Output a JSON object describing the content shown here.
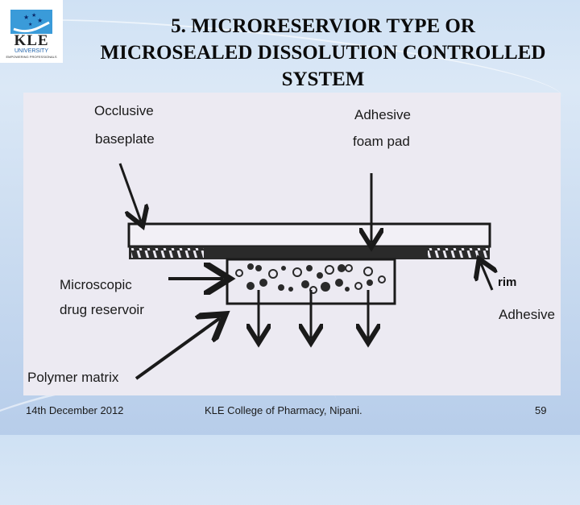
{
  "logo": {
    "brand": "KLE",
    "line1": "UNIVERSITY",
    "line2": "EMPOWERING PROFESSIONALS"
  },
  "slide": {
    "title_lines": [
      "5. MICRORESERVIOR TYPE OR",
      "MICROSEALED DISSOLUTION CONTROLLED",
      "SYSTEM"
    ]
  },
  "diagram": {
    "labels": {
      "occlusive_1": "Occlusive",
      "occlusive_2": "baseplate",
      "foam_1": "Adhesive",
      "foam_2": "foam pad",
      "reservoir_1": "Microscopic",
      "reservoir_2": "drug reservoir",
      "polymer": "Polymer matrix",
      "rim": "rim",
      "adhesive": "Adhesive"
    }
  },
  "footer": {
    "date": "14th December 2012",
    "institution": "KLE College of Pharmacy, Nipani.",
    "page_number": "59"
  }
}
